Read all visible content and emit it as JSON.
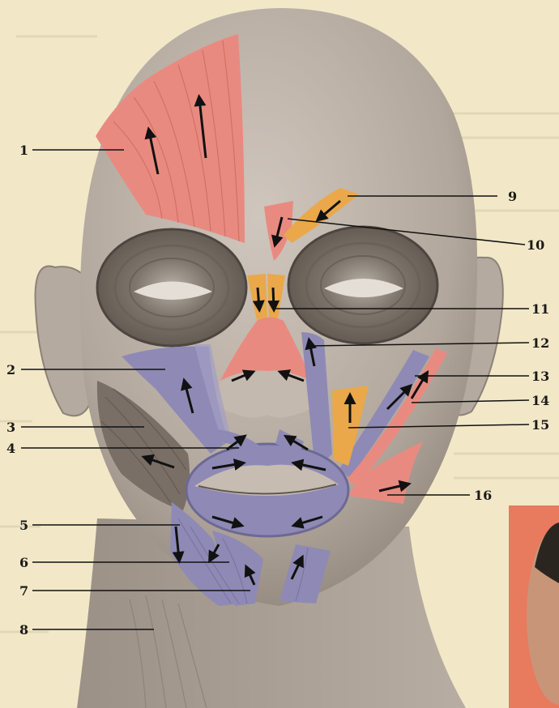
{
  "diagram": {
    "labels": [
      {
        "id": "muscle-1",
        "text": "1"
      },
      {
        "id": "muscle-2",
        "text": "2"
      },
      {
        "id": "muscle-3",
        "text": "3"
      },
      {
        "id": "muscle-4",
        "text": "4"
      },
      {
        "id": "muscle-5",
        "text": "5"
      },
      {
        "id": "muscle-6",
        "text": "6"
      },
      {
        "id": "muscle-7",
        "text": "7"
      },
      {
        "id": "muscle-8",
        "text": "8"
      },
      {
        "id": "muscle-9",
        "text": "9"
      },
      {
        "id": "muscle-10",
        "text": "10"
      },
      {
        "id": "muscle-11",
        "text": "11"
      },
      {
        "id": "muscle-12",
        "text": "12"
      },
      {
        "id": "muscle-13",
        "text": "13"
      },
      {
        "id": "muscle-14",
        "text": "14"
      },
      {
        "id": "muscle-15",
        "text": "15"
      },
      {
        "id": "muscle-16",
        "text": "16"
      }
    ]
  },
  "colors": {
    "background": "#f2e8c8",
    "skin": "#b9aea4",
    "skin_dark": "#8e847b",
    "muscle_red": "#e98a80",
    "muscle_blue": "#8e8ab5",
    "muscle_orange": "#eaa84a",
    "muscle_grey": "#7a6f66",
    "arrow": "#111111"
  }
}
